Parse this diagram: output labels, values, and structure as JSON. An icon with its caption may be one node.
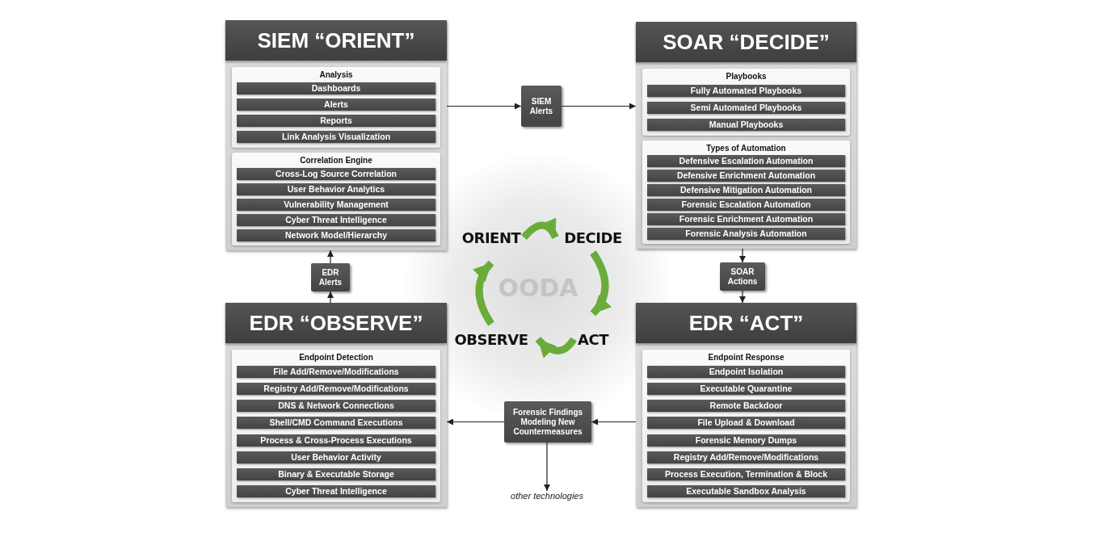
{
  "diagram": {
    "nodes": [
      {
        "text": [
          "SIEM “ORIENT”"
        ]
      },
      {
        "text": [
          "Analysis"
        ],
        "in": 0
      },
      {
        "text": [
          "Dashboards"
        ],
        "in": 1
      },
      {
        "text": [
          "Alerts"
        ],
        "in": 1
      },
      {
        "text": [
          "Reports"
        ],
        "in": 1
      },
      {
        "text": [
          "Link Analysis Visualization"
        ],
        "in": 1
      },
      {
        "text": [
          "Correlation Engine"
        ],
        "in": 0
      },
      {
        "text": [
          "Cross-Log Source Correlation"
        ],
        "in": 6
      },
      {
        "text": [
          "User Behavior Analytics"
        ],
        "in": 6
      },
      {
        "text": [
          "Vulnerability Management"
        ],
        "in": 6
      },
      {
        "text": [
          "Cyber Threat Intelligence"
        ],
        "in": 6
      },
      {
        "text": [
          "Network Model/Hierarchy"
        ],
        "in": 6
      },
      {
        "text": [
          "SIEM Alerts"
        ]
      },
      {
        "text": [
          "SOAR “DECIDE”"
        ]
      },
      {
        "text": [
          "Playbooks"
        ],
        "in": 13
      },
      {
        "text": [
          "Fully Automated Playbooks"
        ],
        "in": 14
      },
      {
        "text": [
          "Semi Automated Playbooks"
        ],
        "in": 14
      },
      {
        "text": [
          "Manual Playbooks"
        ],
        "in": 14
      },
      {
        "text": [
          "Types of Automation"
        ],
        "in": 13
      },
      {
        "text": [
          "Defensive Escalation Automation"
        ],
        "in": 18
      },
      {
        "text": [
          "Defensive Enrichment Automation"
        ],
        "in": 18
      },
      {
        "text": [
          "Defensive Mitigation Automation"
        ],
        "in": 18
      },
      {
        "text": [
          "Forensic Escalation Automation"
        ],
        "in": 18
      },
      {
        "text": [
          "Forensic Enrichment Automation"
        ],
        "in": 18
      },
      {
        "text": [
          "Forensic Analysis Automation"
        ],
        "in": 18
      },
      {
        "text": [
          "ORIENT"
        ]
      },
      {
        "text": [
          "DECIDE"
        ]
      },
      {
        "text": [
          "SOAR Actions"
        ]
      },
      {
        "text": [
          "EDR Alerts"
        ]
      },
      {
        "text": [
          "OBSERVE"
        ]
      },
      {
        "text": [
          "ACT"
        ]
      },
      {
        "text": [
          "EDR “OBSERVE”"
        ]
      },
      {
        "text": [
          "Endpoint Detection"
        ],
        "in": 31
      },
      {
        "text": [
          "File Add/Remove/Modifications"
        ],
        "in": 32
      },
      {
        "text": [
          "Registry Add/Remove/Modifications"
        ],
        "in": 32
      },
      {
        "text": [
          "DNS & Network Connections"
        ],
        "in": 32
      },
      {
        "text": [
          "Shell/CMD Command Executions"
        ],
        "in": 32
      },
      {
        "text": [
          "Process & Cross-Process Executions"
        ],
        "in": 32
      },
      {
        "text": [
          "User Behavior Activity"
        ],
        "in": 32
      },
      {
        "text": [
          "Binary & Executable Storage"
        ],
        "in": 32
      },
      {
        "text": [
          "Cyber Threat Intelligence"
        ],
        "in": 32
      },
      {
        "text": [
          "Forensic Findings Modeling New Countermeasures"
        ]
      },
      {
        "text": [
          "EDR “ACT”"
        ]
      },
      {
        "text": [
          "Endpoint Response"
        ],
        "in": 42
      },
      {
        "text": [
          "Endpoint Isolation"
        ],
        "in": 43
      },
      {
        "text": [
          "Executable Quarantine"
        ],
        "in": 43
      },
      {
        "text": [
          "Remote Backdoor"
        ],
        "in": 43
      },
      {
        "text": [
          "File Upload & Download"
        ],
        "in": 43
      },
      {
        "text": [
          "Forensic Memory Dumps"
        ],
        "in": 43
      },
      {
        "text": [
          "Registry Add/Remove/Modifications"
        ],
        "in": 43
      },
      {
        "text": [
          "Process Execution, Termination & Block"
        ],
        "in": 43
      },
      {
        "text": [
          "Executable Sandbox Analysis"
        ],
        "in": 43
      },
      {
        "text": [
          "other technologies"
        ]
      }
    ],
    "edges": [
      {
        "from": 0,
        "to": 12,
        "arrow": "to"
      },
      {
        "from": 12,
        "to": 13,
        "arrow": "to"
      },
      {
        "from": 13,
        "to": 27,
        "arrow": "to"
      },
      {
        "from": 27,
        "to": 42,
        "arrow": "to"
      },
      {
        "from": 42,
        "to": 41,
        "arrow": "to"
      },
      {
        "from": 41,
        "to": 31,
        "arrow": "to"
      },
      {
        "from": 41,
        "to": 52,
        "arrow": "to"
      },
      {
        "from": 31,
        "to": 28,
        "arrow": "to"
      },
      {
        "from": 28,
        "to": 0,
        "arrow": "to"
      },
      {
        "from": 25,
        "to": 26,
        "arrow": "to",
        "style": "thick",
        "color": "#6aac3c"
      },
      {
        "from": 26,
        "to": 30,
        "arrow": "to",
        "style": "thick",
        "color": "#6aac3c"
      },
      {
        "from": 30,
        "to": 29,
        "arrow": "to",
        "style": "thick",
        "color": "#6aac3c"
      },
      {
        "from": 29,
        "to": 25,
        "arrow": "to",
        "style": "thick",
        "color": "#6aac3c"
      }
    ],
    "labels": [
      "OODA"
    ]
  }
}
